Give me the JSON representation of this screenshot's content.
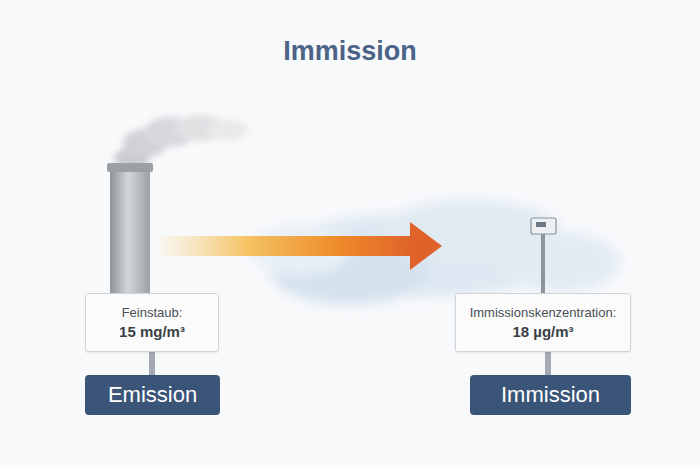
{
  "diagram": {
    "title": "Immission",
    "nodes": [
      {
        "text": [
          "Feinstaub:",
          "15 mg/m³"
        ]
      },
      {
        "text": [
          "Emission"
        ]
      },
      {
        "text": [
          "Immissionskenzentration:",
          "18 µg/m³"
        ]
      },
      {
        "text": [
          "Immission"
        ]
      }
    ]
  }
}
